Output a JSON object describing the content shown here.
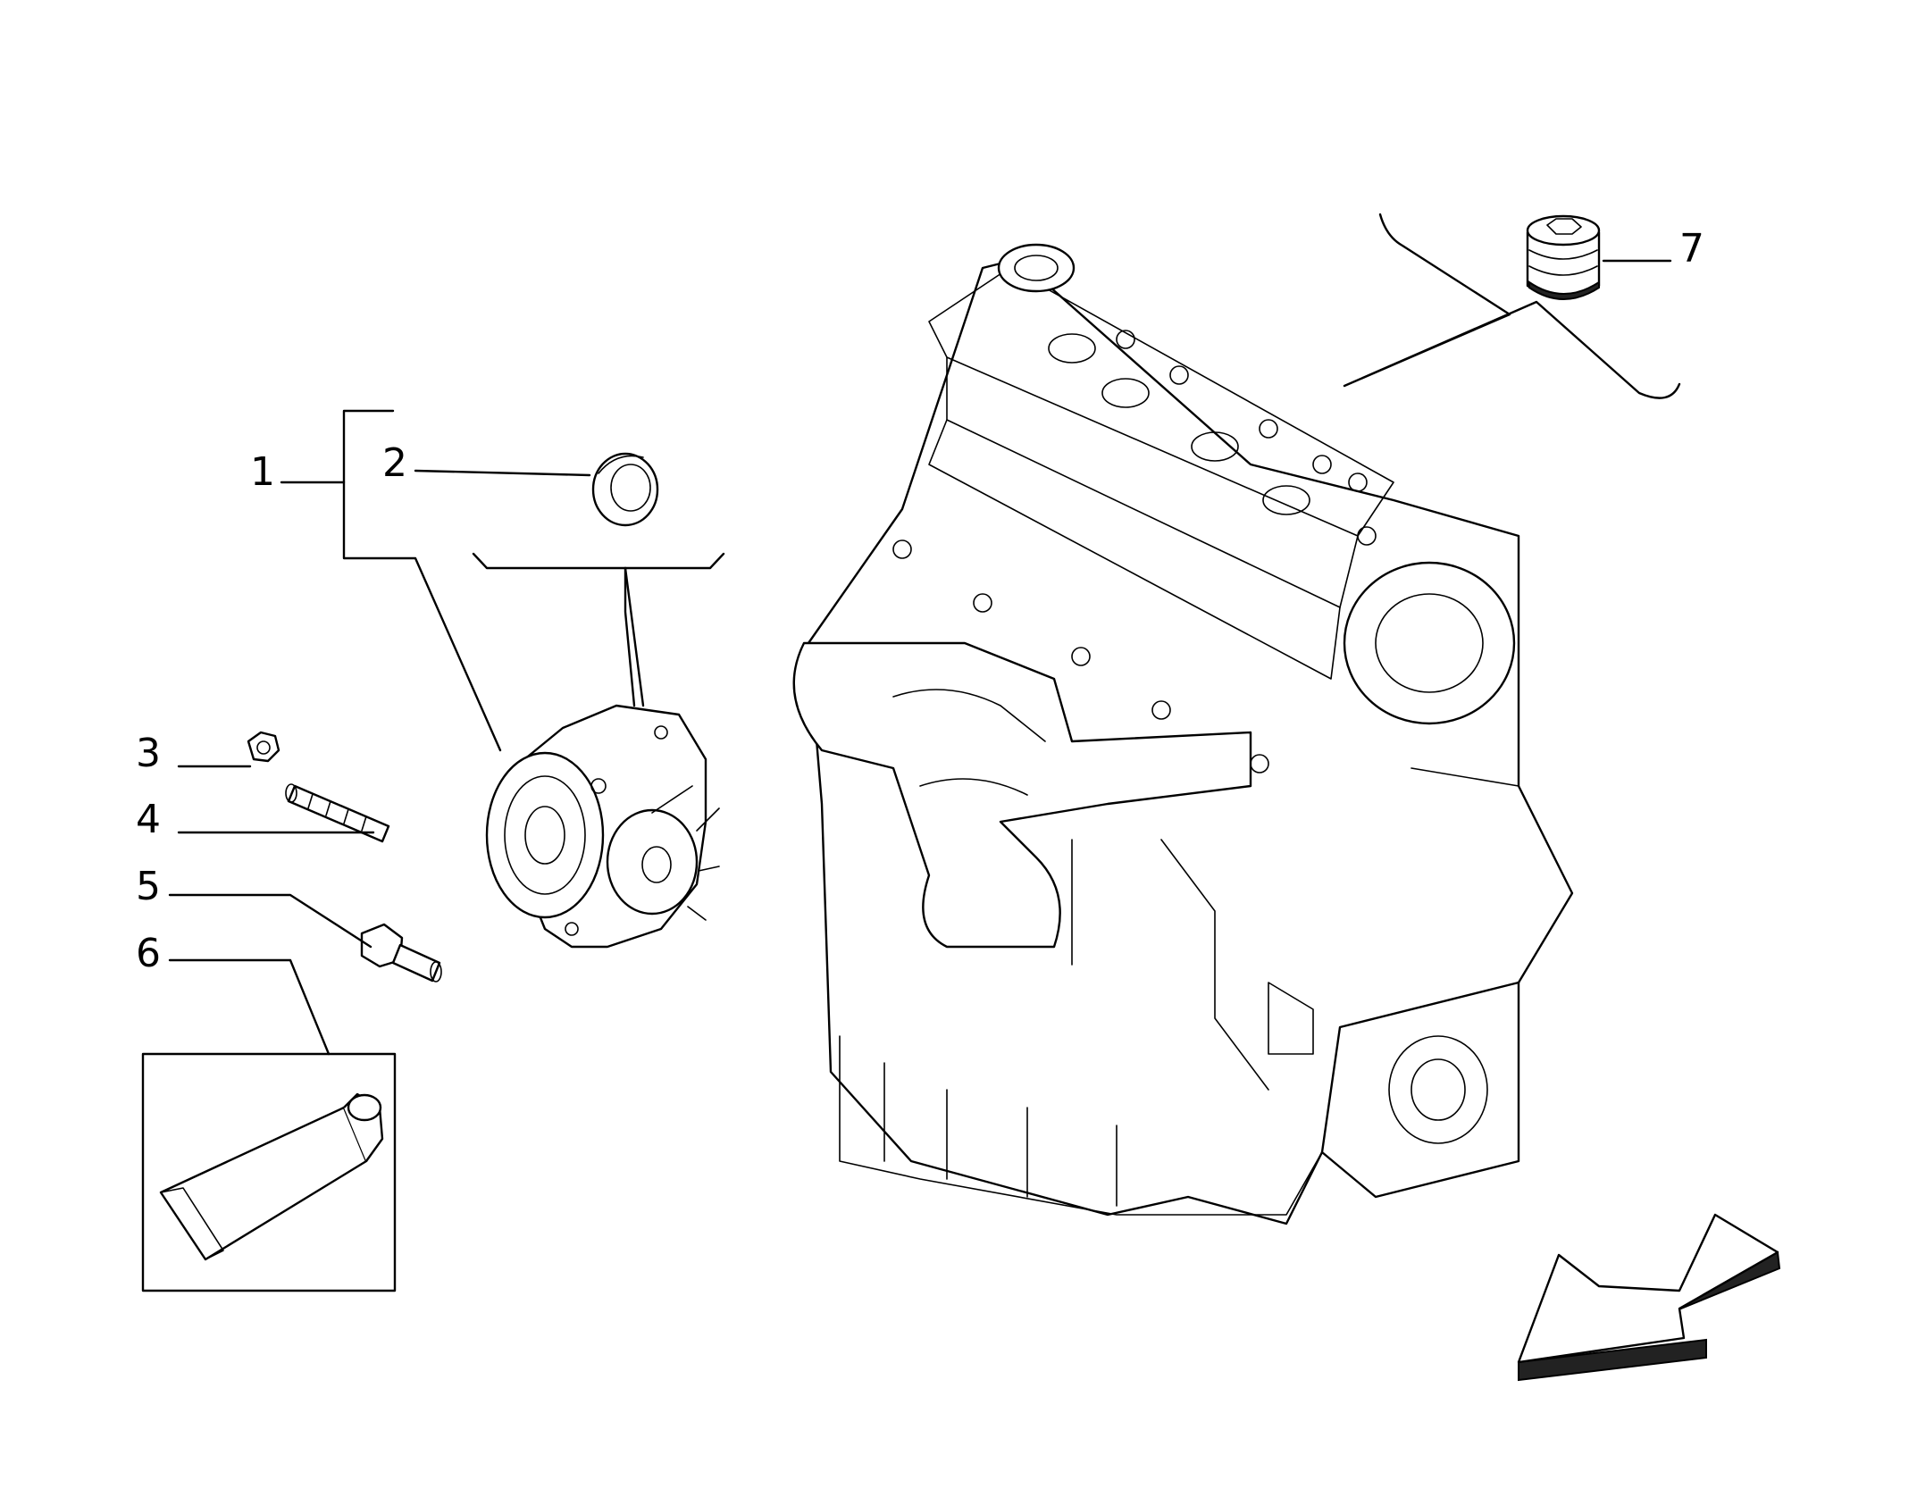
{
  "callouts": [
    {
      "id": 1,
      "label": "1"
    },
    {
      "id": 2,
      "label": "2"
    },
    {
      "id": 3,
      "label": "3"
    },
    {
      "id": 4,
      "label": "4"
    },
    {
      "id": 5,
      "label": "5"
    },
    {
      "id": 6,
      "label": "6"
    },
    {
      "id": 7,
      "label": "7"
    }
  ],
  "icons": {
    "direction": "direction-arrow-icon",
    "engine": "engine-block-icon",
    "water_pump": "water-pump-icon",
    "sealant_tube": "sealant-tube-icon"
  },
  "colors": {
    "line": "#000000",
    "background": "#ffffff"
  }
}
